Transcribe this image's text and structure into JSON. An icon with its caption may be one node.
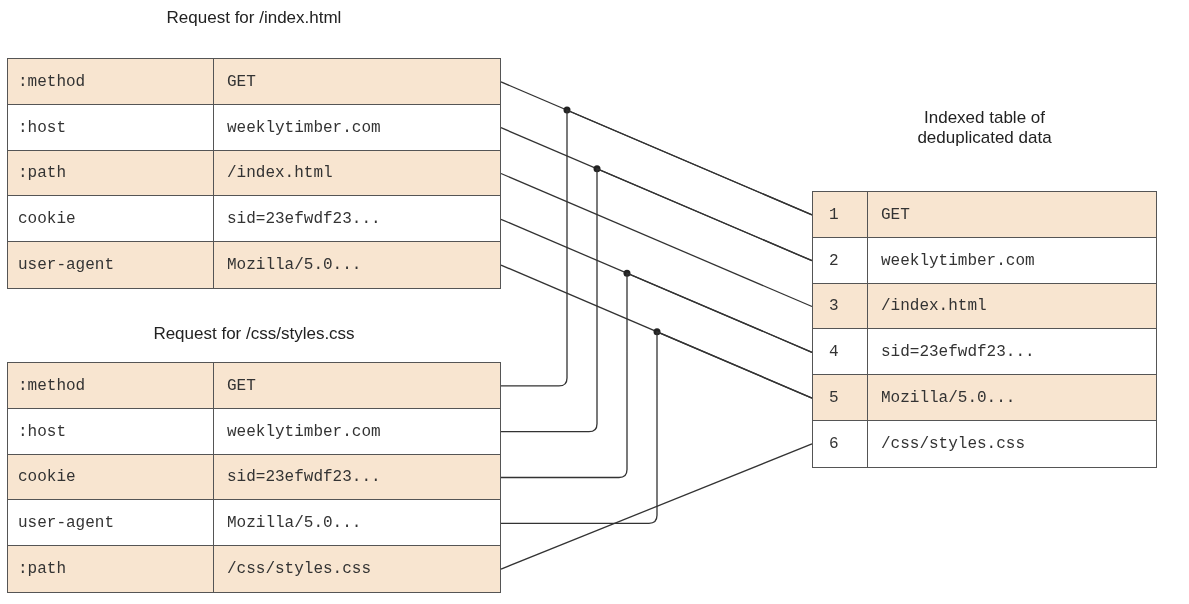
{
  "diagram": {
    "nodes": [
      {
        "text": [
          "Request for /index.html"
        ]
      },
      {
        "text": [
          ":method",
          "GET"
        ],
        "in": 0
      },
      {
        "text": [
          ":host",
          "weeklytimber.com"
        ],
        "in": 0
      },
      {
        "text": [
          ":path",
          "/index.html"
        ],
        "in": 0
      },
      {
        "text": [
          "cookie",
          "sid=23efwdf23..."
        ],
        "in": 0
      },
      {
        "text": [
          "user-agent",
          "Mozilla/5.0..."
        ],
        "in": 0
      },
      {
        "text": [
          "Request for /css/styles.css"
        ]
      },
      {
        "text": [
          ":method",
          "GET"
        ],
        "in": 6
      },
      {
        "text": [
          ":host",
          "weeklytimber.com"
        ],
        "in": 6
      },
      {
        "text": [
          "cookie",
          "sid=23efwdf23..."
        ],
        "in": 6
      },
      {
        "text": [
          "user-agent",
          "Mozilla/5.0..."
        ],
        "in": 6
      },
      {
        "text": [
          ":path",
          "/css/styles.css"
        ],
        "in": 6
      },
      {
        "text": [
          "Indexed table of deduplicated data"
        ]
      },
      {
        "text": [
          "1",
          "GET"
        ],
        "in": 12
      },
      {
        "text": [
          "2",
          "weeklytimber.com"
        ],
        "in": 12
      },
      {
        "text": [
          "3",
          "/index.html"
        ],
        "in": 12
      },
      {
        "text": [
          "4",
          "sid=23efwdf23..."
        ],
        "in": 12
      },
      {
        "text": [
          "5",
          "Mozilla/5.0..."
        ],
        "in": 12
      },
      {
        "text": [
          "6",
          "/css/styles.css"
        ],
        "in": 12
      }
    ],
    "edges": [
      {
        "from": 1,
        "to": 13,
        "arrow": "none"
      },
      {
        "from": 2,
        "to": 14,
        "arrow": "none"
      },
      {
        "from": 3,
        "to": 15,
        "arrow": "none"
      },
      {
        "from": 4,
        "to": 16,
        "arrow": "none"
      },
      {
        "from": 5,
        "to": 17,
        "arrow": "none"
      },
      {
        "from": 7,
        "to": 13,
        "arrow": "none"
      },
      {
        "from": 8,
        "to": 14,
        "arrow": "none"
      },
      {
        "from": 9,
        "to": 16,
        "arrow": "none"
      },
      {
        "from": 10,
        "to": 17,
        "arrow": "none"
      },
      {
        "from": 11,
        "to": 18,
        "arrow": "none"
      }
    ]
  }
}
